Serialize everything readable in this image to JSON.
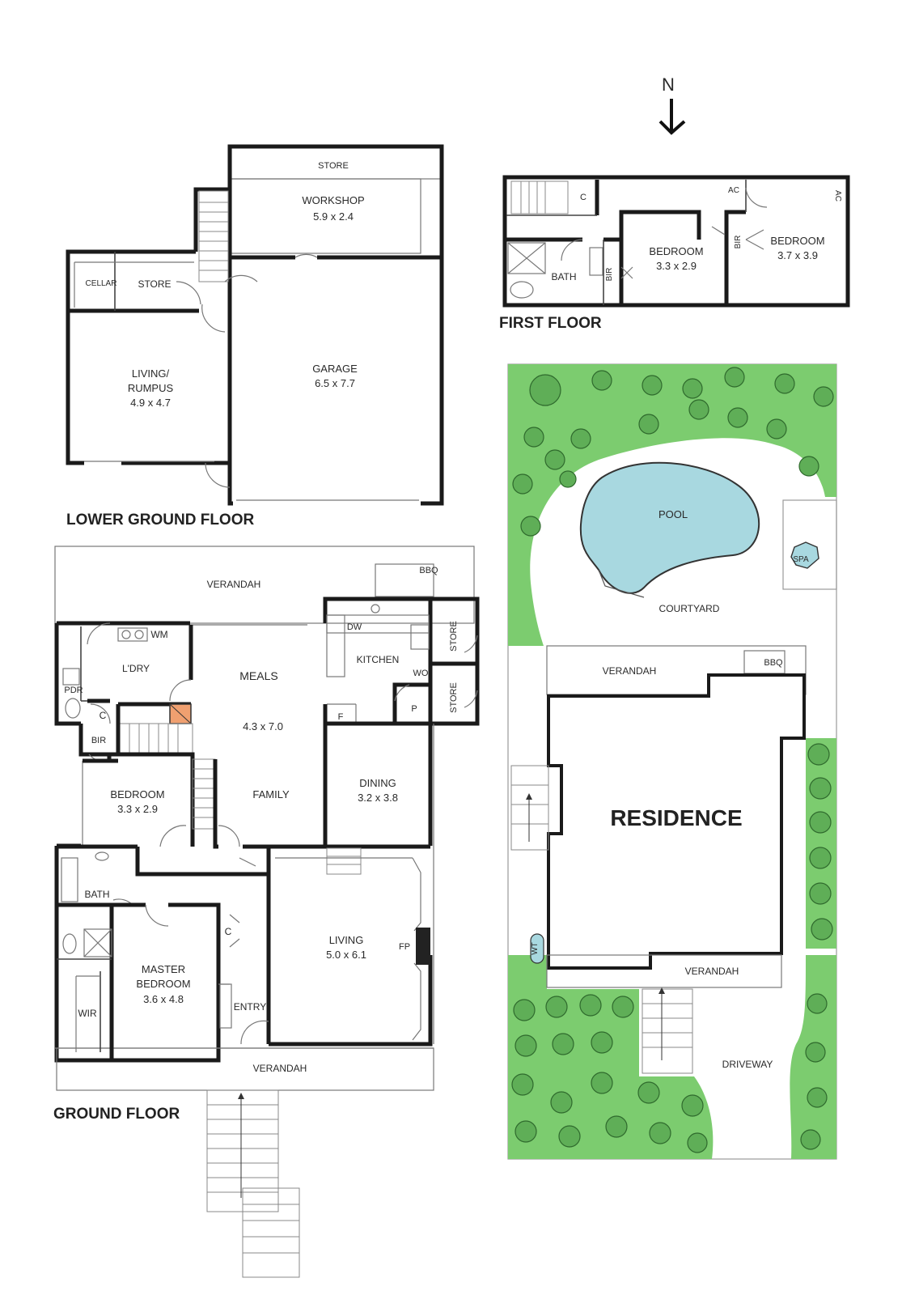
{
  "compass": {
    "label": "N"
  },
  "lower_ground": {
    "title": "LOWER GROUND FLOOR",
    "store_top": "STORE",
    "workshop": {
      "name": "WORKSHOP",
      "dims": "5.9 x 2.4"
    },
    "cellar": "CELLAR",
    "store": "STORE",
    "living": {
      "line1": "LIVING/",
      "line2": "RUMPUS",
      "dims": "4.9 x 4.7"
    },
    "garage": {
      "name": "GARAGE",
      "dims": "6.5 x 7.7"
    }
  },
  "first_floor": {
    "title": "FIRST FLOOR",
    "c": "C",
    "ac1": "AC",
    "ac2": "AC",
    "bath": "BATH",
    "bir1": "BIR",
    "bir2": "BIR",
    "bedroom1": {
      "name": "BEDROOM",
      "dims": "3.3 x 2.9"
    },
    "bedroom2": {
      "name": "BEDROOM",
      "dims": "3.7 x 3.9"
    }
  },
  "ground": {
    "title": "GROUND FLOOR",
    "verandah_top": "VERANDAH",
    "bbq": "BBQ",
    "wm": "WM",
    "ldry": "L'DRY",
    "pdr": "PDR",
    "c1": "C",
    "bir": "BIR",
    "meals": "MEALS",
    "meals_dims": "4.3 x 7.0",
    "family": "FAMILY",
    "kitchen": "KITCHEN",
    "dw": "DW",
    "wo": "WO",
    "f": "F",
    "p": "P",
    "store1": "STORE",
    "store2": "STORE",
    "bedroom": {
      "name": "BEDROOM",
      "dims": "3.3 x 2.9"
    },
    "dining": {
      "name": "DINING",
      "dims": "3.2 x 3.8"
    },
    "bath": "BATH",
    "c2": "C",
    "master": {
      "line1": "MASTER",
      "line2": "BEDROOM",
      "dims": "3.6 x 4.8"
    },
    "living": {
      "name": "LIVING",
      "dims": "5.0 x 6.1"
    },
    "fp": "FP",
    "wir": "WIR",
    "entry": "ENTRY",
    "verandah_bottom": "VERANDAH"
  },
  "site": {
    "pool": "POOL",
    "spa": "SPA",
    "courtyard": "COURTYARD",
    "verandah_top": "VERANDAH",
    "bbq": "BBQ",
    "residence": "RESIDENCE",
    "wt": "WT",
    "verandah_bottom": "VERANDAH",
    "driveway": "DRIVEWAY"
  },
  "colors": {
    "wall": "#1a1a1a",
    "garden": "#7ccc6f",
    "pool": "#a8d8e0"
  }
}
